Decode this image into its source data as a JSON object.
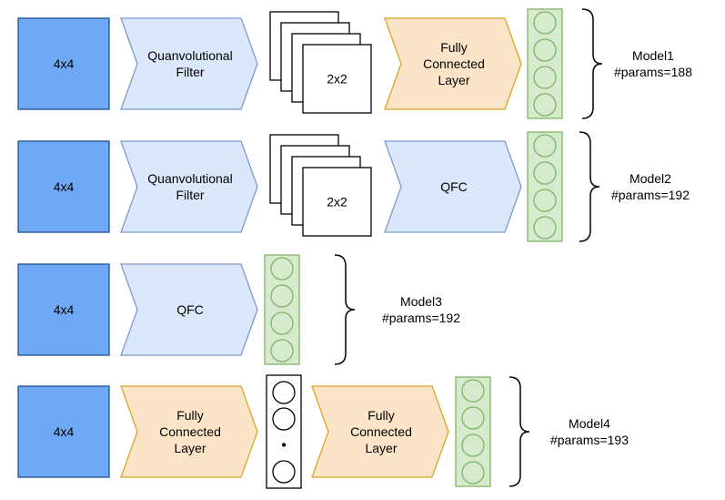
{
  "colors": {
    "input_fill": "#6fa8f5",
    "input_stroke": "#1f4f8a",
    "qfilter_fill": "#dbe7fb",
    "qfilter_stroke": "#7b9bcd",
    "fc_fill": "#fce4c9",
    "fc_stroke": "#d9a524",
    "qfc_fill": "#dbe7fb",
    "qfc_stroke": "#7b9bcd",
    "output_fill": "#d6ebcd",
    "output_stroke": "#82b366",
    "line": "#000000"
  },
  "rows": [
    {
      "input_label": "4x4",
      "steps": [
        {
          "kind": "qfilter",
          "lines": [
            "Quanvolutional",
            "Filter"
          ]
        },
        {
          "kind": "stack",
          "label": "2x2"
        },
        {
          "kind": "fc",
          "lines": [
            "Fully",
            "Connected",
            "Layer"
          ]
        },
        {
          "kind": "output"
        }
      ],
      "model_name": "Model1",
      "params": "#params=188"
    },
    {
      "input_label": "4x4",
      "steps": [
        {
          "kind": "qfilter",
          "lines": [
            "Quanvolutional",
            "Filter"
          ]
        },
        {
          "kind": "stack",
          "label": "2x2"
        },
        {
          "kind": "qfc",
          "lines": [
            "QFC"
          ]
        },
        {
          "kind": "output"
        }
      ],
      "model_name": "Model2",
      "params": "#params=192"
    },
    {
      "input_label": "4x4",
      "steps": [
        {
          "kind": "qfc",
          "lines": [
            "QFC"
          ]
        },
        {
          "kind": "output"
        }
      ],
      "model_name": "Model3",
      "params": "#params=192"
    },
    {
      "input_label": "4x4",
      "steps": [
        {
          "kind": "fc",
          "lines": [
            "Fully",
            "Connected",
            "Layer"
          ]
        },
        {
          "kind": "hidden",
          "ellipsis": "•"
        },
        {
          "kind": "fc",
          "lines": [
            "Fully",
            "Connected",
            "Layer"
          ]
        },
        {
          "kind": "output"
        }
      ],
      "model_name": "Model4",
      "params": "#params=193"
    }
  ]
}
